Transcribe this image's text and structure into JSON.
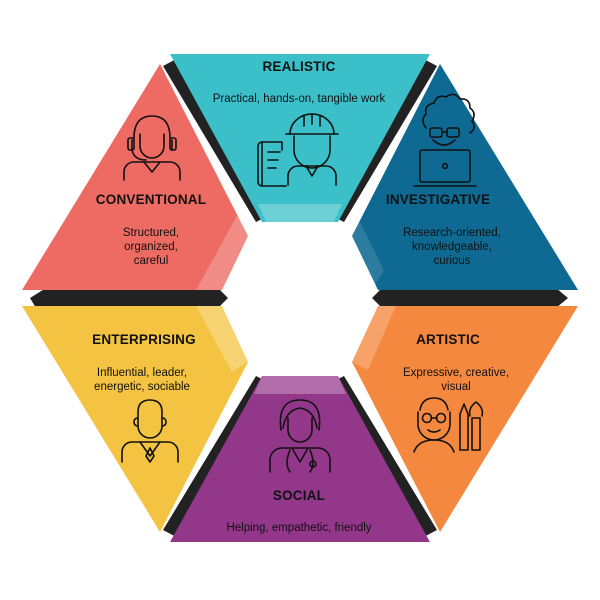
{
  "segments": [
    {
      "id": "realistic",
      "title": "REALISTIC",
      "description": [
        "Practical, hands-on, tangible work"
      ],
      "color": "#3BBFC9",
      "icon": "engineer-icon"
    },
    {
      "id": "investigative",
      "title": "INVESTIGATIVE",
      "description": [
        "Research-oriented,",
        "knowledgeable,",
        "curious"
      ],
      "color": "#0E6A92",
      "icon": "researcher-laptop-icon"
    },
    {
      "id": "artistic",
      "title": "ARTISTIC",
      "description": [
        "Expressive, creative,",
        "visual"
      ],
      "color": "#F5883F",
      "icon": "artist-icon"
    },
    {
      "id": "social",
      "title": "SOCIAL",
      "description": [
        "Helping, empathetic, friendly"
      ],
      "color": "#93378A",
      "icon": "doctor-icon"
    },
    {
      "id": "enterprising",
      "title": "ENTERPRISING",
      "description": [
        "Influential, leader,",
        "energetic, sociable"
      ],
      "color": "#F3C341",
      "icon": "businessman-icon"
    },
    {
      "id": "conventional",
      "title": "CONVENTIONAL",
      "description": [
        "Structured,",
        "organized,",
        "careful"
      ],
      "color": "#EE6B63",
      "icon": "support-agent-icon"
    }
  ],
  "colors": {
    "separator": "#222222",
    "center": "#ffffff"
  }
}
